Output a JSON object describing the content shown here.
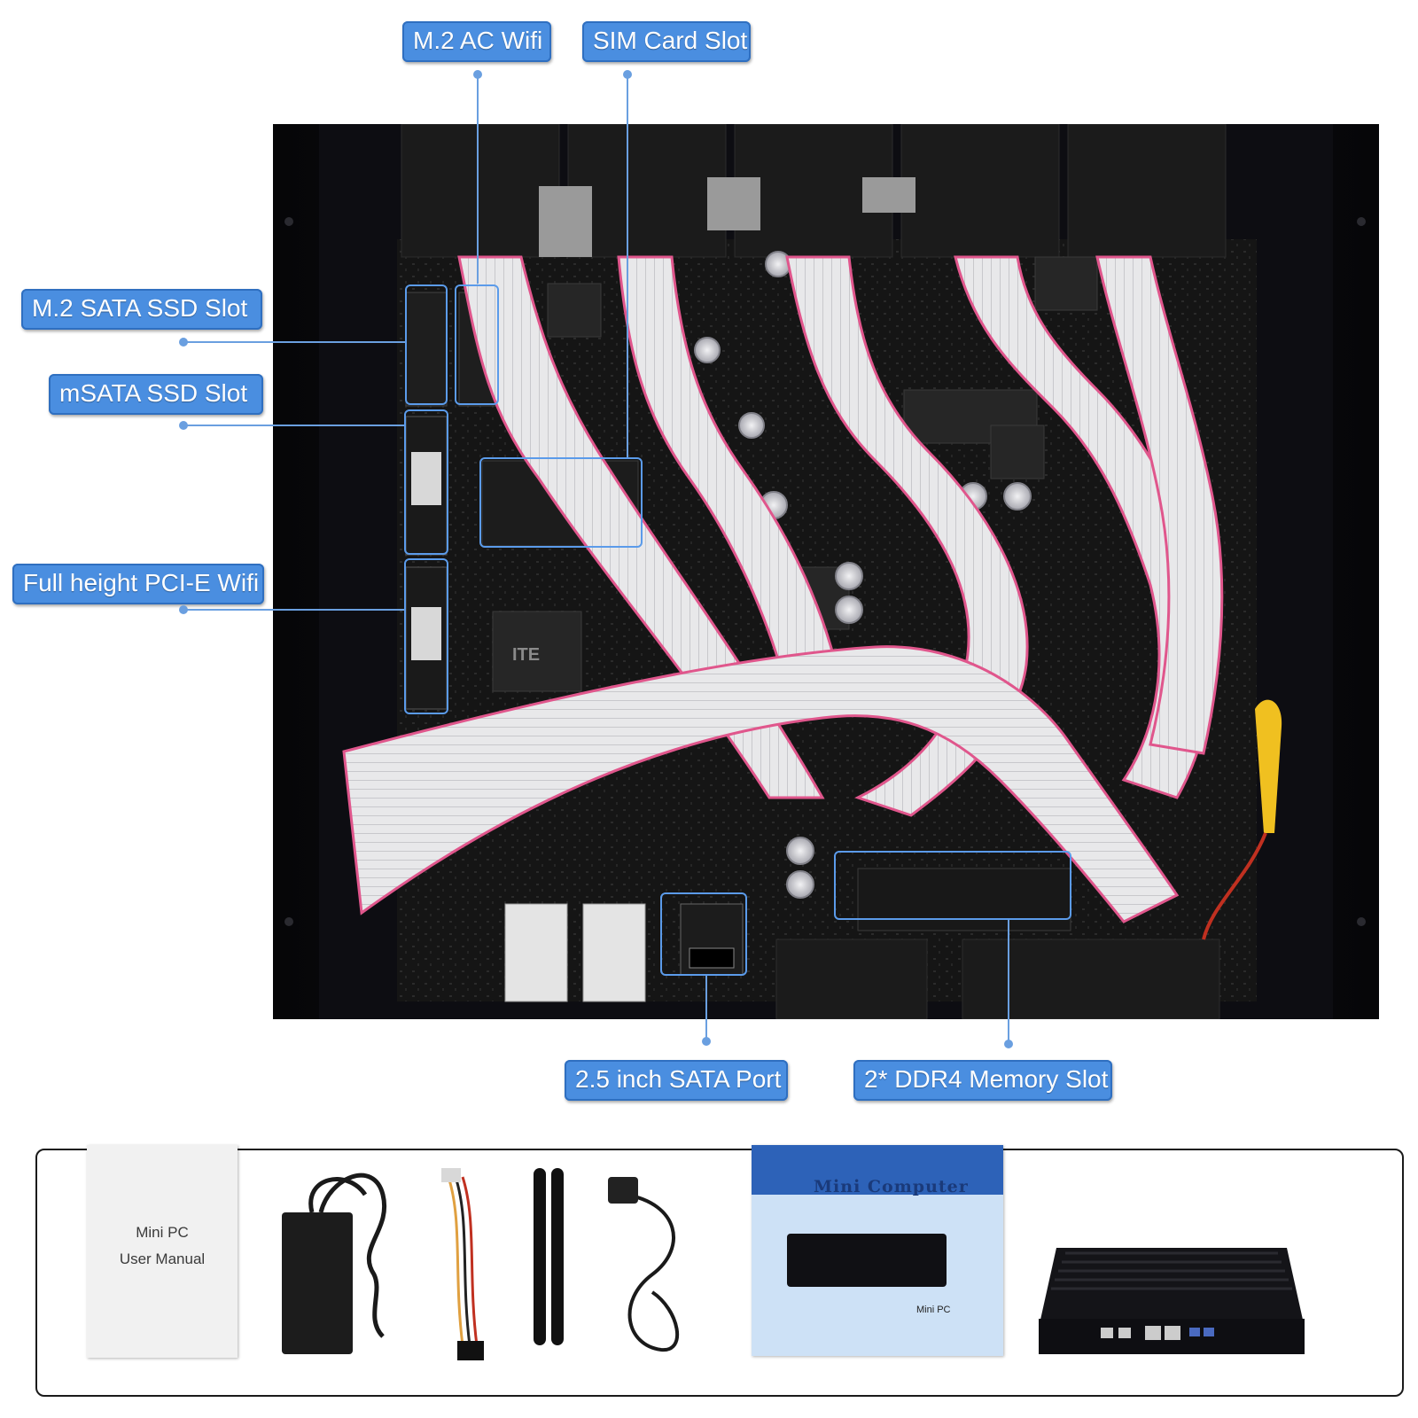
{
  "callouts": {
    "m2_ac_wifi": "M.2 AC Wifi",
    "sim_card_slot": "SIM Card Slot",
    "m2_sata_ssd_slot": "M.2 SATA SSD Slot",
    "msata_ssd_slot": "mSATA SSD Slot",
    "full_height_pcie_wifi": "Full height PCI-E Wifi",
    "sata_port": "2.5 inch SATA Port",
    "ddr4_memory_slot": "2* DDR4 Memory Slot"
  },
  "accessories": {
    "manual_line1": "Mini PC",
    "manual_line2": "User Manual",
    "booklet_title": "Mini Computer",
    "booklet_subtitle": "Mini PC"
  },
  "colors": {
    "label_bg": "#4a8ee0",
    "label_text": "#ffffff",
    "board_pcb": "#141414",
    "case_black": "#0c0c12",
    "ribbon_cable": "#e6e6e8",
    "ribbon_edge": "#e0568c"
  }
}
